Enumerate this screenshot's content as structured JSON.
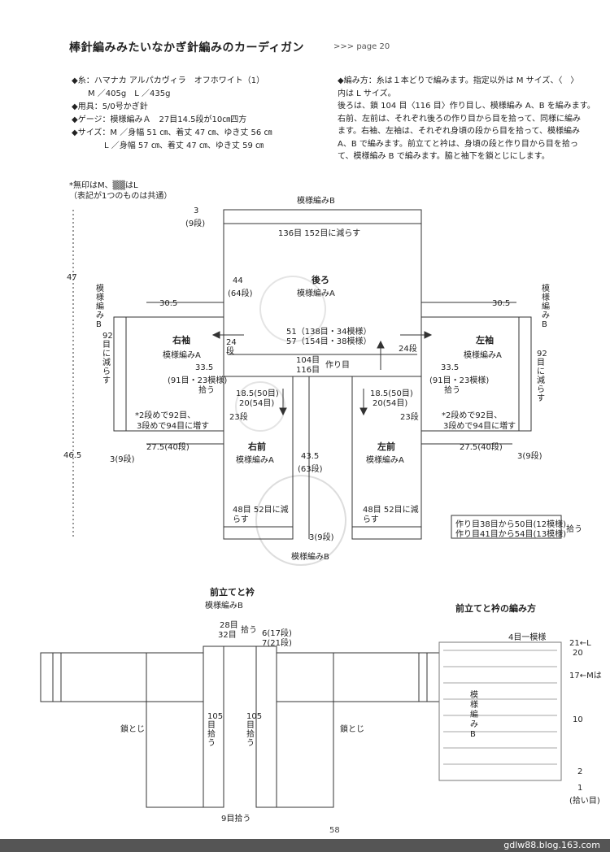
{
  "header": {
    "title": "棒針編みみたいなかぎ針編みのカーディガン",
    "page_ref": ">>> page 20"
  },
  "materials": [
    "◆糸：ハマナカ アルパカヴィラ　オフホワイト（1）",
    "　　M ／405g　L ／435g",
    "◆用具：5/0号かぎ針",
    "◆ゲージ：模様編みＡ　27目14.5段が10㎝四方",
    "◆サイズ：M ／身幅 51 ㎝、着丈 47 ㎝、ゆき丈 56 ㎝",
    "　　　　L ／身幅 57 ㎝、着丈 47 ㎝、ゆき丈 59 ㎝"
  ],
  "method": [
    "◆編み方：糸は１本どりで編みます。指定以外は M サイズ、〈　〉",
    "内は L サイズ。",
    "後ろは、鎖 104 目〈116 目〉作り目し、模様編み A、B を編みます。",
    "右前、左前は、それぞれ後ろの作り目から目を拾って、同様に編み",
    "ます。右袖、左袖は、それぞれ身頃の段から目を拾って、模様編み",
    "A、B で編みます。前立てと衿は、身頃の段と作り目から目を拾っ",
    "て、模様編み B で編みます。脇と袖下を鎖とじにします。"
  ],
  "note": [
    "*無印はM、▒▒はL",
    "（表記が1つのものは共通）"
  ],
  "diagram": {
    "pattern_b_top": "模様編みB",
    "pattern_b_bottom": "模様編みB",
    "top_dim": "136目 152目に減らす",
    "back": "後ろ",
    "back_pattern": "模様編みA",
    "three_nine_a": "3",
    "three_nine_b": "(9段)",
    "forty_four": "44",
    "sixty_four": "(64段)",
    "forty_seven": "47",
    "forty_six_five": "46.5",
    "width_1": "51（138目・34模様）",
    "width_2": "57（154目・38模様）",
    "cast_on_1": "104目",
    "cast_on_2": "116目",
    "cast_on_label": "作り目",
    "left_sleeve_side": "模様編みB",
    "right_sleeve_side": "模様編みB",
    "r_sleeve": "右袖",
    "r_sleeve_pat": "模様編みA",
    "l_sleeve": "左袖",
    "l_sleeve_pat": "模様編みA",
    "thirty_five_l": "30.5",
    "thirty_five_r": "30.5",
    "twentyfour_l": "24段",
    "twentyfour_r": "24段",
    "sleeve_width_l": "33.5",
    "sleeve_st_l": "(91目・23模様)",
    "sleeve_pick_l": "拾う",
    "sleeve_width_r": "33.5",
    "sleeve_st_r": "(91目・23模様)",
    "sleeve_pick_r": "拾う",
    "ninety_two_l": "92目に減らす",
    "ninety_two_r": "92目に減らす",
    "inc_note_l1": "*2段めで92目、",
    "inc_note_l2": "3段めで94目に増す",
    "inc_note_r1": "*2段めで92目、",
    "inc_note_r2": "3段めで94目に増す",
    "front_w_l1": "18.5(50目)",
    "front_w_l2": "20(54目)",
    "front_w_r1": "18.5(50目)",
    "front_w_r2": "20(54目)",
    "twentythree_l": "23段",
    "twentythree_r": "23段",
    "sleeve_len_l": "27.5(40段)",
    "sleeve_len_r": "27.5(40段)",
    "nine_rows_l": "3(9段)",
    "nine_rows_r": "3(9段)",
    "r_front": "右前",
    "r_front_pat": "模様編みA",
    "l_front": "左前",
    "l_front_pat": "模様編みA",
    "front_len_1": "43.5",
    "front_len_2": "(63段)",
    "hem_l": "48目 52目に減らす",
    "hem_r": "48目 52目に減らす",
    "hem_rows": "3(9段)",
    "legend_1": "作り目38目から50目(12模様)",
    "legend_2": "作り目41目から54目(13模様)",
    "legend_pick": "拾う"
  },
  "band": {
    "title": "前立てと衿",
    "pattern": "模様編みB",
    "st_28": "28目",
    "st_32": "32目",
    "pick": "拾う",
    "rows_6": "6(17段)",
    "rows_7": "7(21段)",
    "pick_105_l": "105目拾う",
    "pick_105_r": "105目拾う",
    "side_l": "鎖とじ",
    "side_r": "鎖とじ",
    "pick_9": "9目拾う"
  },
  "chart": {
    "title": "前立てと衿の編み方",
    "repeat": "4目一模様",
    "pattern": "模様編みB",
    "row_21": "21←L",
    "row_20": "20",
    "row_17": "17←Mは",
    "row_10": "10",
    "row_2": "2",
    "row_1": "1",
    "row_pick": "(拾い目)"
  },
  "footer": {
    "page": "58",
    "blog": "gdlw88.blog.163.com"
  }
}
